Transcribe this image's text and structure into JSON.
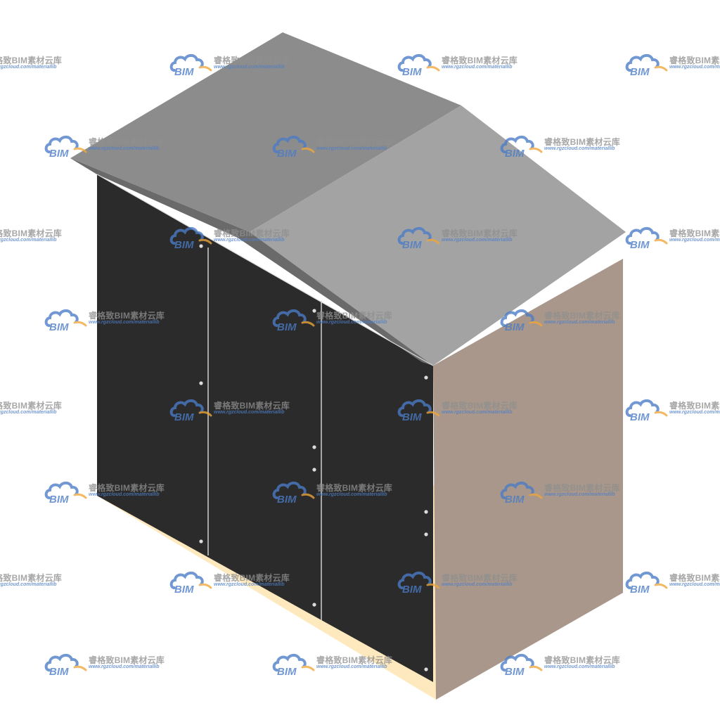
{
  "model": {
    "name": "",
    "colors": {
      "roof_back": "#8c8c8c",
      "roof_front": "#a3a3a3",
      "front_panels": "#2b2b2b",
      "side_wall": "#a8978a",
      "floor": "#fde9bd",
      "seam_line": "#d0d0d0",
      "bolt": "#dcdcdc"
    }
  },
  "watermark": {
    "logo_text": "BIM",
    "logo_icon": "cloud-icon",
    "title": "睿格致BIM素材云库",
    "url": "www.rgzcloud.com/materiallib",
    "colors": {
      "cloud": "#4a7cc7",
      "swoosh": "#f0a63a",
      "title": "#8f8f8f",
      "url": "#4f7fc8"
    }
  }
}
